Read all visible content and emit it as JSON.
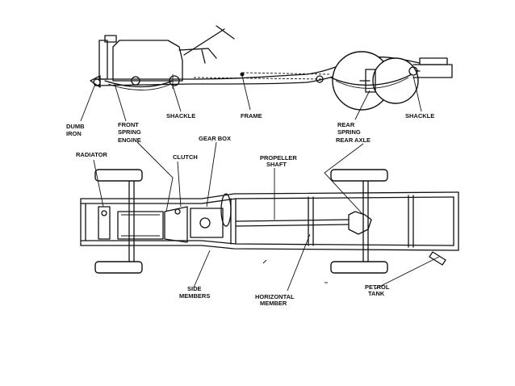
{
  "labels": {
    "dumb_iron": [
      "DUMB",
      "IRON"
    ],
    "front_spring": [
      "FRONT",
      "SPRING"
    ],
    "shackle_front": "SHACKLE",
    "frame": "FRAME",
    "rear_spring": [
      "REAR",
      "SPRING"
    ],
    "shackle_rear": "SHACKLE",
    "engine": "ENGINE",
    "gear_box": "GEAR BOX",
    "rear_axle": "REAR AXLE",
    "radiator": "RADIATOR",
    "clutch": "CLUTCH",
    "propeller_shaft": [
      "PROPELLER",
      "SHAFT"
    ],
    "side_members": [
      "SIDE",
      "MEMBERS"
    ],
    "horizontal_member": [
      "HORIZONTAL",
      "MEMBER"
    ],
    "petrol_tank": [
      "PETROL",
      "TANK"
    ]
  }
}
